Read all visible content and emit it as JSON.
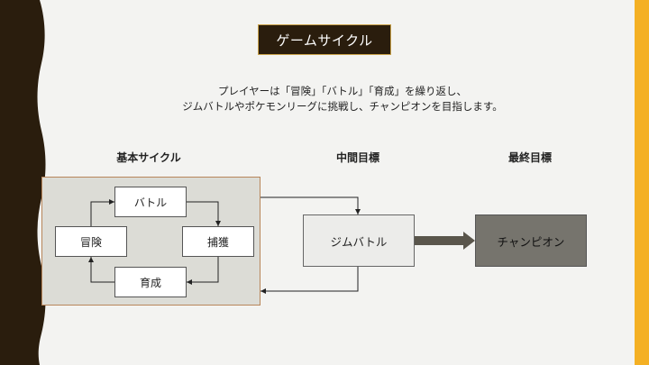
{
  "title": "ゲームサイクル",
  "description": {
    "line1": "プレイヤーは「冒険」「バトル」「育成」を繰り返し、",
    "line2": "ジムバトルやポケモンリーグに挑戦し、チャンピオンを目指します。"
  },
  "columns": {
    "basic": "基本サイクル",
    "mid": "中間目標",
    "final": "最終目標"
  },
  "cycle": {
    "battle": "バトル",
    "adventure": "冒険",
    "capture": "捕獲",
    "training": "育成"
  },
  "gym": "ジムバトル",
  "champion": "チャンピオン",
  "colors": {
    "accent_bar": "#f4b024",
    "dark": "#2a1d0d",
    "champion_fill": "#76746d",
    "panel_fill": "#dcdcd6"
  }
}
